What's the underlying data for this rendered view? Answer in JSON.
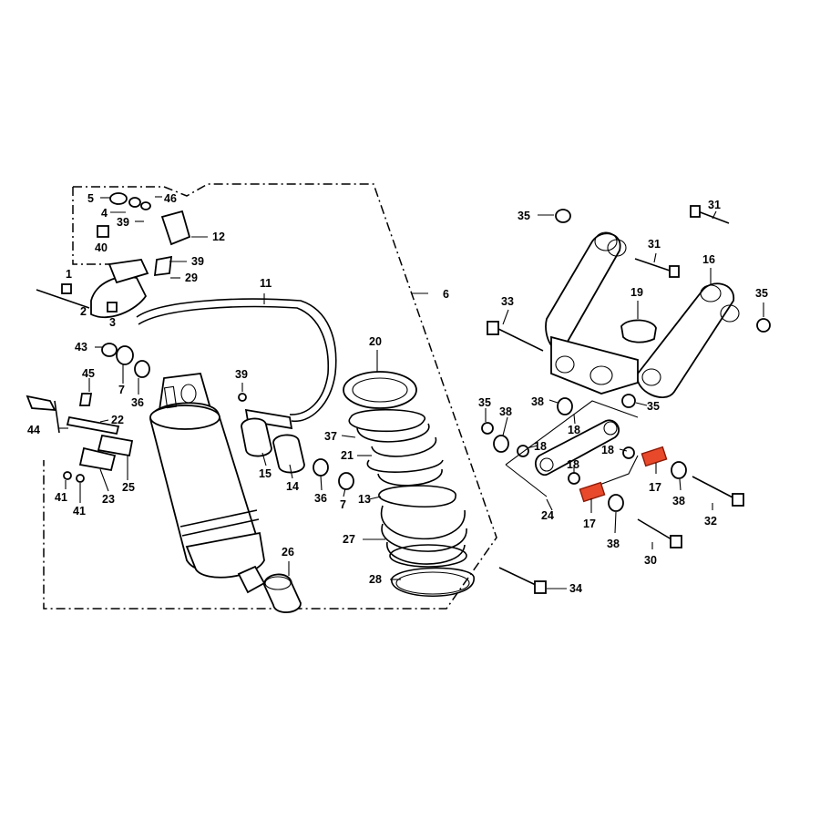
{
  "diagram": {
    "highlight_color": "#e8492a",
    "callouts": [
      {
        "id": "c5",
        "text": "5"
      },
      {
        "id": "c46",
        "text": "46"
      },
      {
        "id": "c4",
        "text": "4"
      },
      {
        "id": "c39a",
        "text": "39"
      },
      {
        "id": "c12",
        "text": "12"
      },
      {
        "id": "c40",
        "text": "40"
      },
      {
        "id": "c39b",
        "text": "39"
      },
      {
        "id": "c29",
        "text": "29"
      },
      {
        "id": "c1",
        "text": "1"
      },
      {
        "id": "c2",
        "text": "2"
      },
      {
        "id": "c3",
        "text": "3"
      },
      {
        "id": "c11",
        "text": "11"
      },
      {
        "id": "c6",
        "text": "6"
      },
      {
        "id": "c43",
        "text": "43"
      },
      {
        "id": "c7a",
        "text": "7"
      },
      {
        "id": "c36a",
        "text": "36"
      },
      {
        "id": "c45",
        "text": "45"
      },
      {
        "id": "c44",
        "text": "44"
      },
      {
        "id": "c22",
        "text": "22"
      },
      {
        "id": "c25",
        "text": "25"
      },
      {
        "id": "c23",
        "text": "23"
      },
      {
        "id": "c41a",
        "text": "41"
      },
      {
        "id": "c41b",
        "text": "41"
      },
      {
        "id": "c39c",
        "text": "39"
      },
      {
        "id": "c15",
        "text": "15"
      },
      {
        "id": "c14",
        "text": "14"
      },
      {
        "id": "c36b",
        "text": "36"
      },
      {
        "id": "c7b",
        "text": "7"
      },
      {
        "id": "c20",
        "text": "20"
      },
      {
        "id": "c37",
        "text": "37"
      },
      {
        "id": "c21",
        "text": "21"
      },
      {
        "id": "c13",
        "text": "13"
      },
      {
        "id": "c27",
        "text": "27"
      },
      {
        "id": "c28",
        "text": "28"
      },
      {
        "id": "c26",
        "text": "26"
      },
      {
        "id": "c35a",
        "text": "35"
      },
      {
        "id": "c31a",
        "text": "31"
      },
      {
        "id": "c31b",
        "text": "31"
      },
      {
        "id": "c16",
        "text": "16"
      },
      {
        "id": "c35b",
        "text": "35"
      },
      {
        "id": "c33",
        "text": "33"
      },
      {
        "id": "c19",
        "text": "19"
      },
      {
        "id": "c35c",
        "text": "35"
      },
      {
        "id": "c35d",
        "text": "35"
      },
      {
        "id": "c38a",
        "text": "38"
      },
      {
        "id": "c38b",
        "text": "38"
      },
      {
        "id": "c18a",
        "text": "18"
      },
      {
        "id": "c18b",
        "text": "18"
      },
      {
        "id": "c18c",
        "text": "18"
      },
      {
        "id": "c18d",
        "text": "18"
      },
      {
        "id": "c17a",
        "text": "17"
      },
      {
        "id": "c17b",
        "text": "17"
      },
      {
        "id": "c38c",
        "text": "38"
      },
      {
        "id": "c38d",
        "text": "38"
      },
      {
        "id": "c24",
        "text": "24"
      },
      {
        "id": "c32",
        "text": "32"
      },
      {
        "id": "c30",
        "text": "30"
      },
      {
        "id": "c34",
        "text": "34"
      }
    ]
  }
}
